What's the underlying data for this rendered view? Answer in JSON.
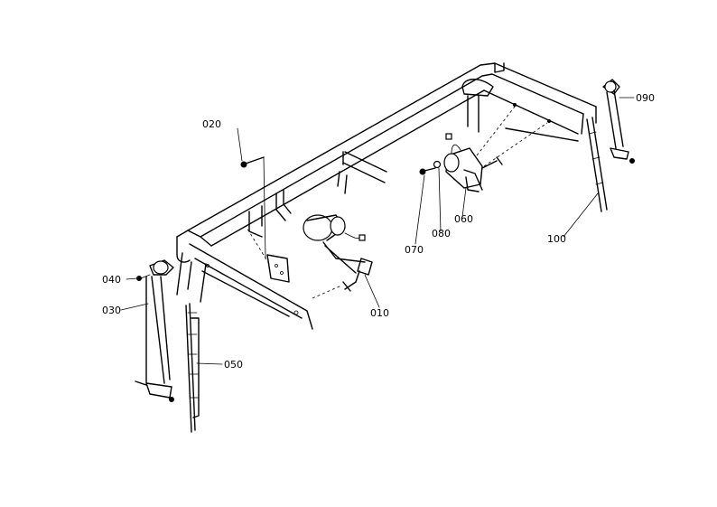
{
  "parts": {
    "p010": "010",
    "p020": "020",
    "p030": "030",
    "p040": "040",
    "p050": "050",
    "p060": "060",
    "p070": "070",
    "p080": "080",
    "p090": "090",
    "p100": "100"
  }
}
